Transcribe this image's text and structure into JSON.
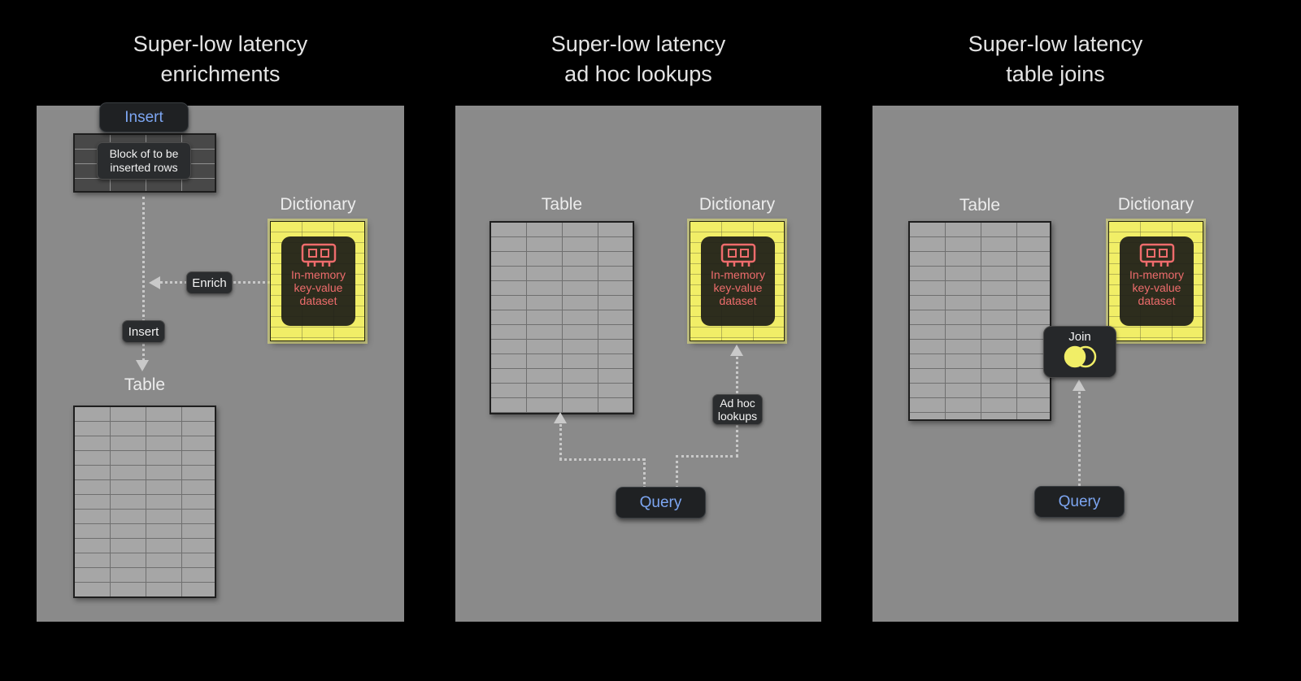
{
  "colors": {
    "background": "#000000",
    "panel_bg": "#8a8a8a",
    "dictionary_yellow": "#f1ee67",
    "memory_red": "#ee6c6c",
    "button_blue": "#7da6f2",
    "arrow_gray": "#c9c9c9"
  },
  "panels": {
    "enrichments": {
      "title_line1": "Super-low latency",
      "title_line2": "enrichments",
      "insert_button_label": "Insert",
      "block_label_line1": "Block of to be",
      "block_label_line2": "inserted rows",
      "enrich_label": "Enrich",
      "insert_arrow_label": "Insert",
      "dictionary_label": "Dictionary",
      "dictionary_text_line1": "In-memory",
      "dictionary_text_line2": "key-value",
      "dictionary_text_line3": "dataset",
      "table_label": "Table"
    },
    "adhoc": {
      "title_line1": "Super-low latency",
      "title_line2": "ad hoc lookups",
      "table_label": "Table",
      "dictionary_label": "Dictionary",
      "dictionary_text_line1": "In-memory",
      "dictionary_text_line2": "key-value",
      "dictionary_text_line3": "dataset",
      "adhoc_label_line1": "Ad hoc",
      "adhoc_label_line2": "lookups",
      "query_button_label": "Query"
    },
    "joins": {
      "title_line1": "Super-low latency",
      "title_line2": "table joins",
      "table_label": "Table",
      "dictionary_label": "Dictionary",
      "dictionary_text_line1": "In-memory",
      "dictionary_text_line2": "key-value",
      "dictionary_text_line3": "dataset",
      "join_label": "Join",
      "query_button_label": "Query"
    }
  }
}
